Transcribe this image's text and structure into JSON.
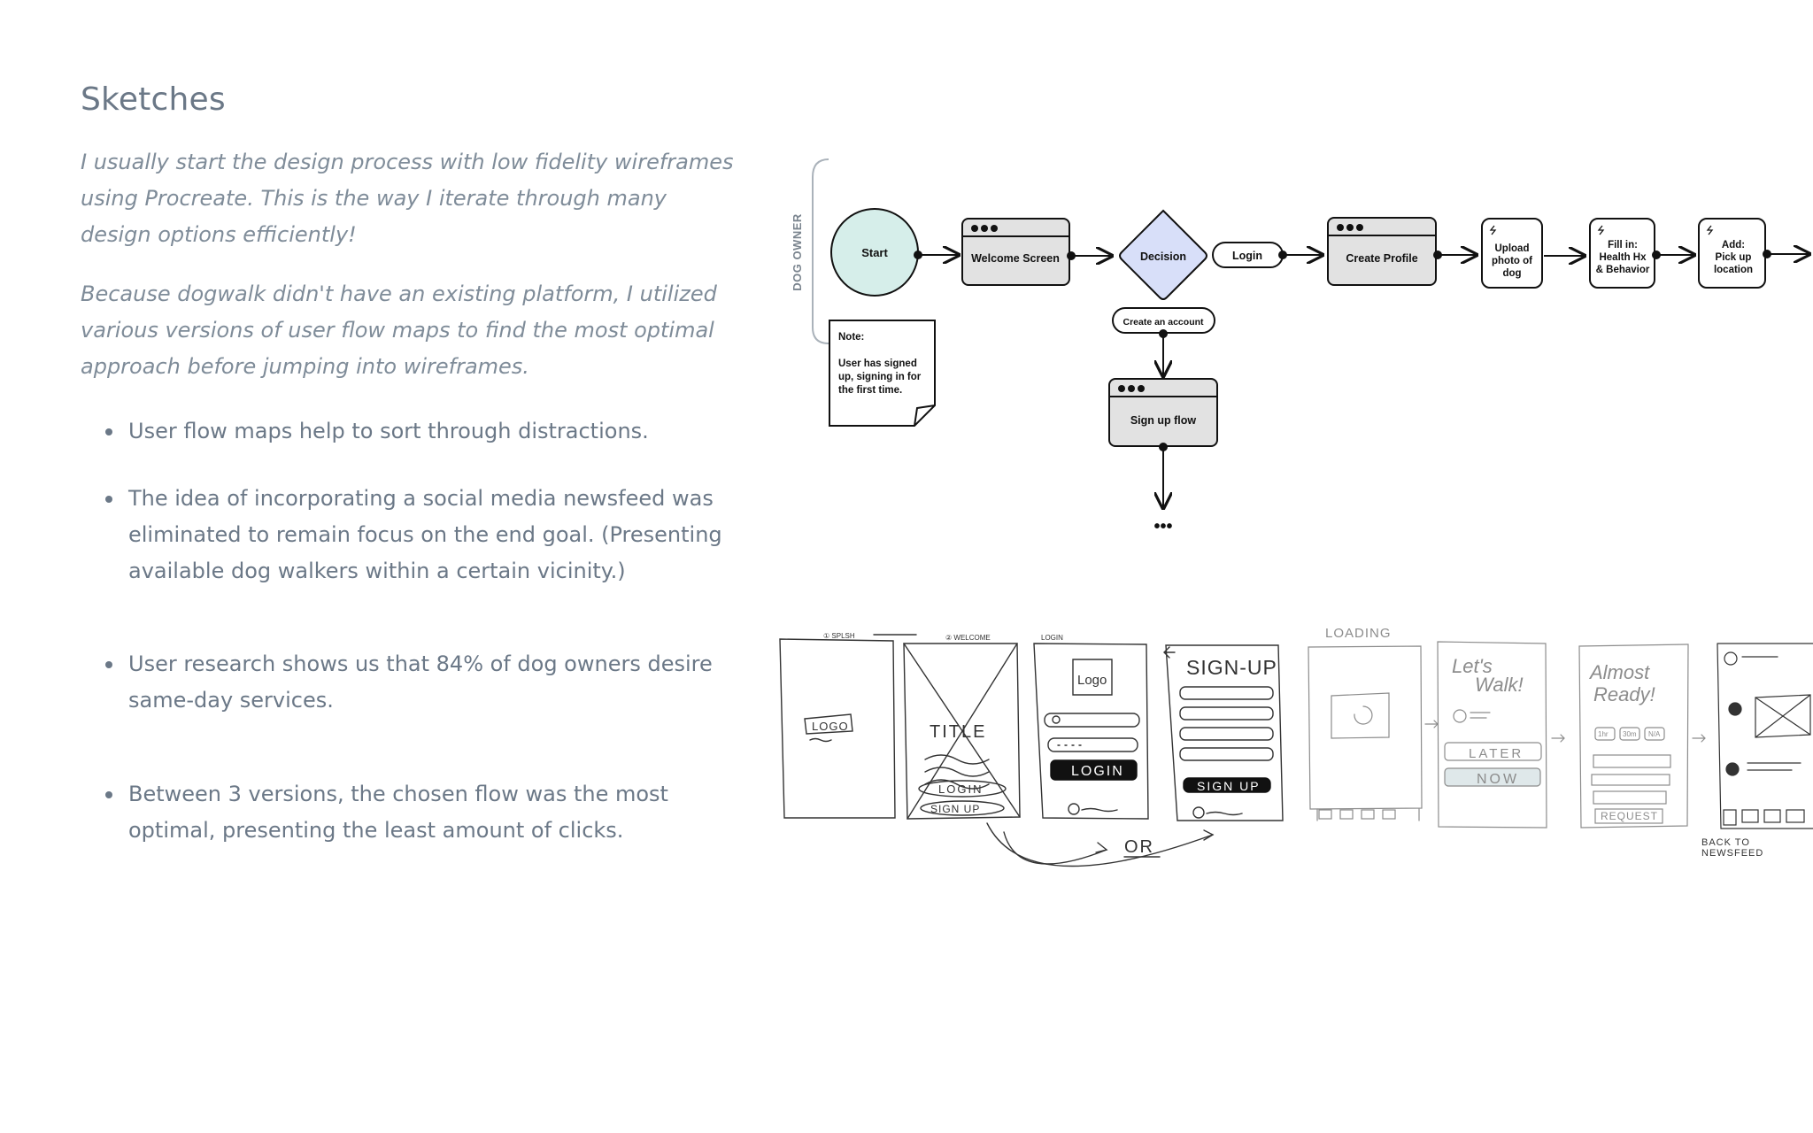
{
  "section": {
    "title": "Sketches",
    "paragraphs": [
      "I usually start the design process with low fidelity wireframes using Procreate. This is the way I iterate through many design options efficiently!",
      "Because dogwalk didn't have an existing platform, I utilized various versions of user flow maps to find the most optimal approach before jumping into wireframes."
    ],
    "bullets": [
      "User flow maps help to sort through distractions.",
      "The idea of incorporating a social media newsfeed was eliminated to remain focus on the end goal. (Presenting available dog walkers within a certain vicinity.)",
      "User research shows us that 84% of dog owners desire same-day services.",
      "Between 3 versions, the chosen flow was the most optimal, presenting the least amount of clicks."
    ]
  },
  "flow": {
    "lane_label": "DOG OWNER",
    "start": "Start",
    "welcome": "Welcome Screen",
    "decision": "Decision",
    "login": "Login",
    "create_profile": "Create Profile",
    "upload": [
      "Upload",
      "photo of",
      "dog"
    ],
    "fill": [
      "Fill in:",
      "Health Hx",
      "& Behavior"
    ],
    "add": [
      "Add:",
      "Pick up",
      "location"
    ],
    "create_account": "Create an account",
    "signup_flow": "Sign up flow",
    "note_title": "Note:",
    "note_lines": [
      "User has signed",
      "up, signing in for",
      "the first time."
    ],
    "ellipsis": "•••",
    "colors": {
      "start_fill": "#d6eeea",
      "decision_fill": "#d8dff9",
      "screen_fill": "#e2e2e2"
    }
  },
  "sketch_labels": {
    "s1_tag": "① SPLSH",
    "s2_tag": "② WELCOME",
    "s3_tag": "LOGIN",
    "logo": "LOGO",
    "title": "TITLE",
    "login_btn": "LOGIN",
    "signup_btn": "SIGN UP",
    "logo_box": "Logo",
    "login_big": "LOGIN",
    "signup_title": "SIGN-UP",
    "signup_big": "SIGN UP",
    "or": "OR",
    "loading": "LOADING",
    "lets_walk": [
      "Let's",
      "Walk!"
    ],
    "later": "LATER",
    "now": "NOW",
    "almost": [
      "Almost",
      "Ready!"
    ],
    "chips": [
      "1hr",
      "30m",
      "N/A"
    ],
    "request": "REQUEST",
    "back": [
      "BACK TO",
      "NEWSFEED"
    ]
  }
}
